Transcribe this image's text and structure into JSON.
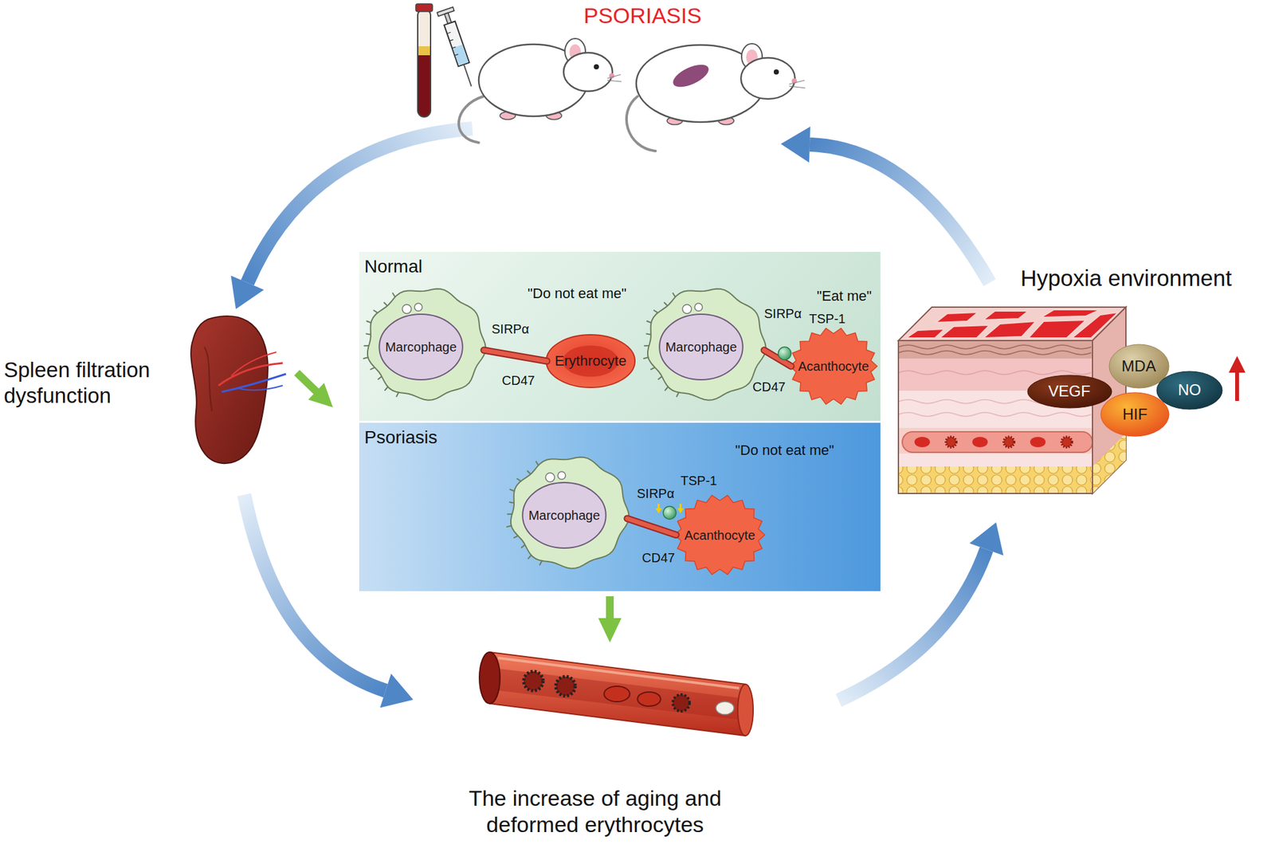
{
  "diagram": {
    "title": "PSORIASIS",
    "nodes": [
      {
        "text": [
          "Normal"
        ]
      },
      {
        "text": [
          "Marcophage"
        ],
        "in": 0
      },
      {
        "text": [
          "Erythrocyte"
        ],
        "in": 0
      },
      {
        "text": [
          "Marcophage"
        ],
        "in": 0
      },
      {
        "text": [
          "Acanthocyte"
        ],
        "in": 0
      },
      {
        "text": [
          "Psoriasis"
        ]
      },
      {
        "text": [
          "Marcophage"
        ],
        "in": 5
      },
      {
        "text": [
          "Acanthocyte"
        ],
        "in": 5
      },
      {
        "text": [
          "MDA"
        ]
      },
      {
        "text": [
          "VEGF"
        ]
      },
      {
        "text": [
          "NO"
        ]
      },
      {
        "text": [
          "HIF"
        ]
      }
    ],
    "edges": [
      {
        "from": 1,
        "to": 2,
        "arrow": "none"
      },
      {
        "from": 3,
        "to": 4,
        "arrow": "none"
      },
      {
        "from": 6,
        "to": 7,
        "arrow": "none"
      }
    ],
    "labels": [
      "Spleen filtration dysfunction",
      "\"Do not eat me\"",
      "SIRPα",
      "CD47",
      "\"Eat me\"",
      "SIRPα",
      "TSP-1",
      "CD47",
      "\"Do not eat me\"",
      "SIRPα",
      "TSP-1",
      "CD47",
      "The increase of aging and deformed erythrocytes",
      "Hypoxia environment"
    ]
  }
}
